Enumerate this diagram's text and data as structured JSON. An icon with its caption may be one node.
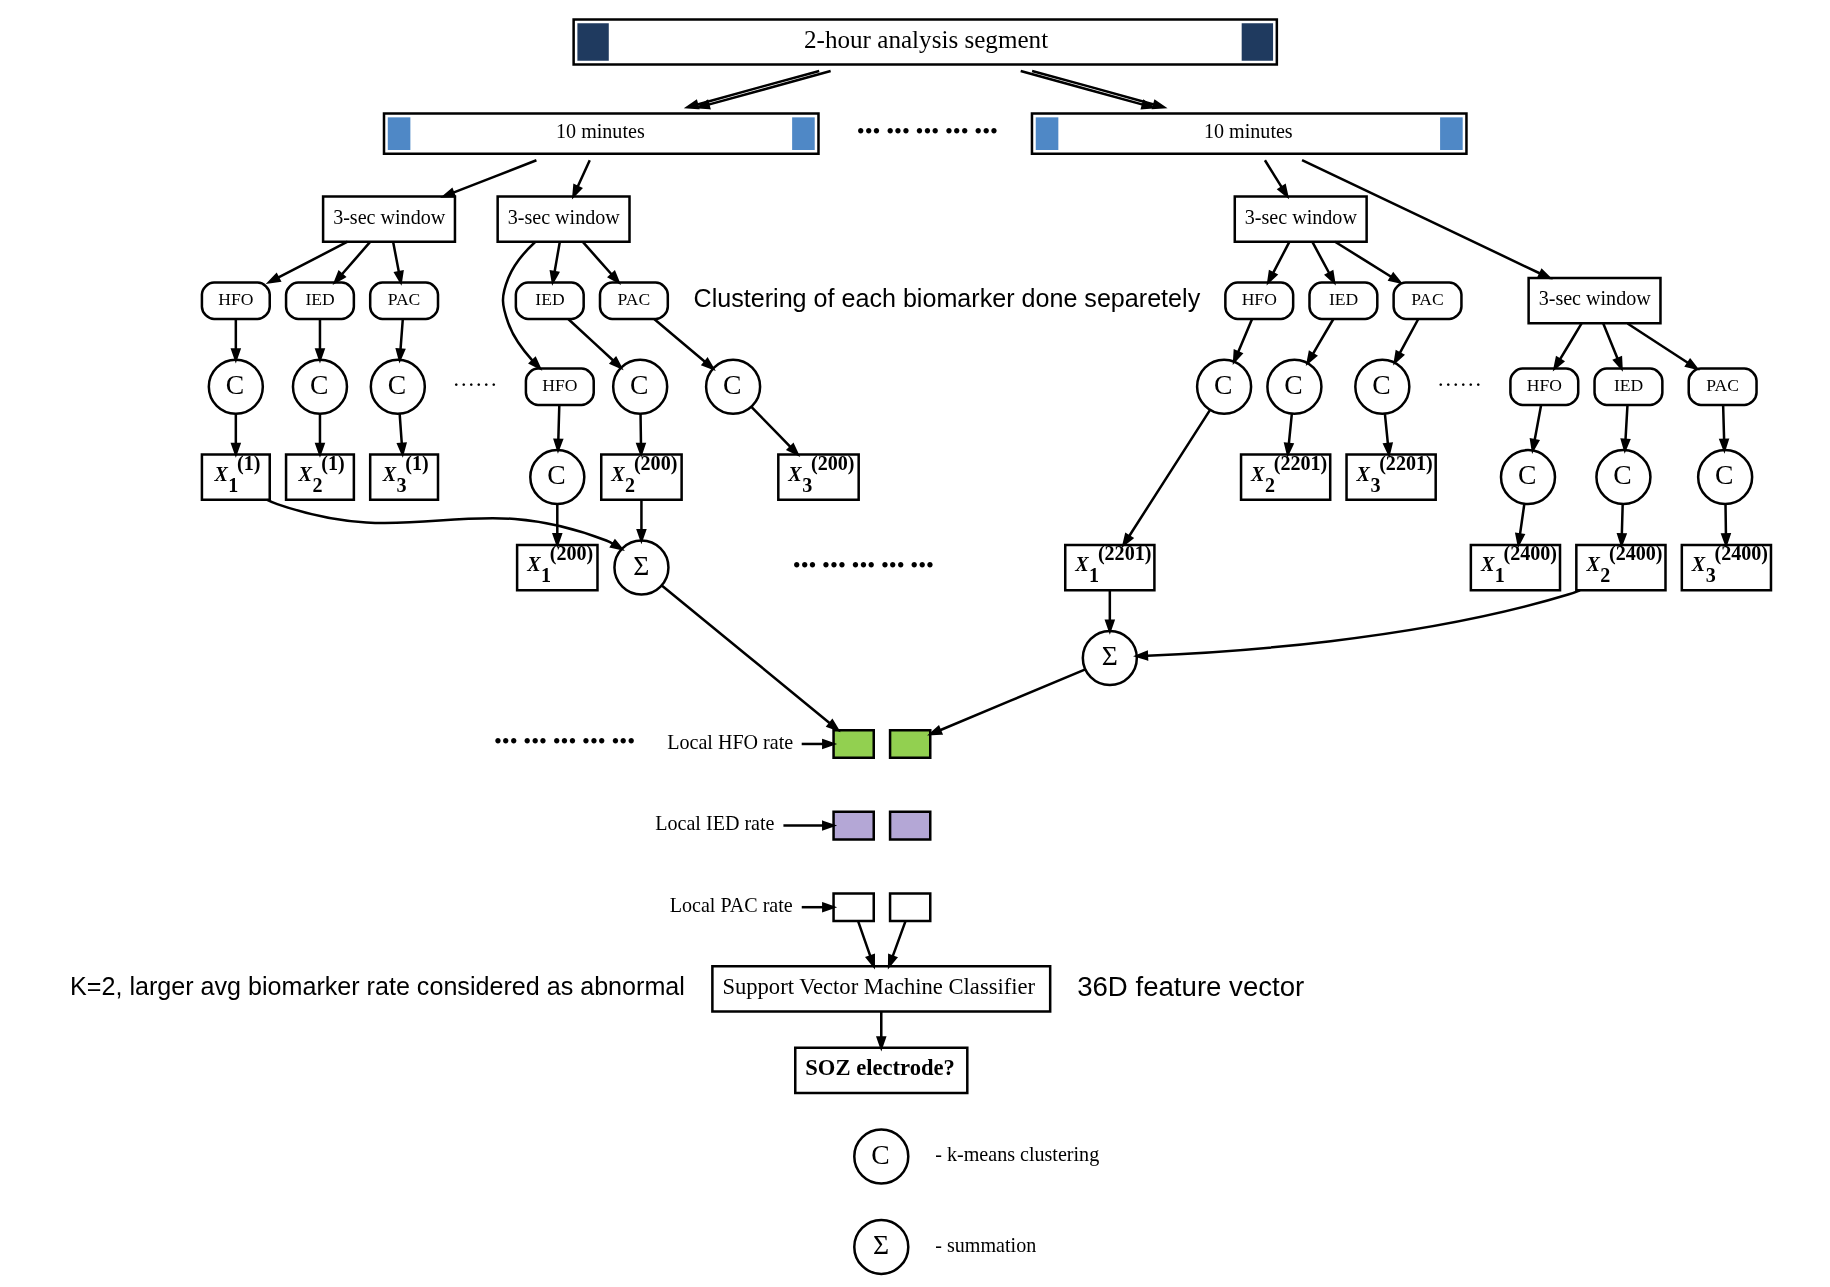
{
  "diagram": {
    "nodes": [
      {
        "text": [
          "2-hour analysis segment"
        ]
      },
      {
        "text": [
          "10 minutes"
        ]
      },
      {
        "text": [
          "10 minutes"
        ]
      },
      {
        "text": [
          "3-sec window"
        ]
      },
      {
        "text": [
          "3-sec window"
        ]
      },
      {
        "text": [
          "3-sec window"
        ]
      },
      {
        "text": [
          "3-sec window"
        ]
      },
      {
        "text": [
          "HFO"
        ]
      },
      {
        "text": [
          "IED"
        ]
      },
      {
        "text": [
          "PAC"
        ]
      },
      {
        "text": [
          "C"
        ]
      },
      {
        "text": [
          "C"
        ]
      },
      {
        "text": [
          "C"
        ]
      },
      {
        "text": [
          "*X*$_{1}$$^{(1)}$"
        ]
      },
      {
        "text": [
          "*X*$_{2}$$^{(1)}$"
        ]
      },
      {
        "text": [
          "*X*$_{3}$$^{(1)}$"
        ]
      },
      {
        "text": [
          "HFO"
        ]
      },
      {
        "text": [
          "IED"
        ]
      },
      {
        "text": [
          "PAC"
        ]
      },
      {
        "text": [
          "C"
        ]
      },
      {
        "text": [
          "C"
        ]
      },
      {
        "text": [
          "C"
        ]
      },
      {
        "text": [
          "*X*$_{1}$$^{(200)}$"
        ]
      },
      {
        "text": [
          "*X*$_{2}$$^{(200)}$"
        ]
      },
      {
        "text": [
          "*X*$_{3}$$^{(200)}$"
        ]
      },
      {
        "text": [
          "HFO"
        ]
      },
      {
        "text": [
          "IED"
        ]
      },
      {
        "text": [
          "PAC"
        ]
      },
      {
        "text": [
          "C"
        ]
      },
      {
        "text": [
          "C"
        ]
      },
      {
        "text": [
          "C"
        ]
      },
      {
        "text": [
          "*X*$_{1}$$^{(2201)}$"
        ]
      },
      {
        "text": [
          "*X*$_{2}$$^{(2201)}$"
        ]
      },
      {
        "text": [
          "*X*$_{3}$$^{(2201)}$"
        ]
      },
      {
        "text": [
          "HFO"
        ]
      },
      {
        "text": [
          "IED"
        ]
      },
      {
        "text": [
          "PAC"
        ]
      },
      {
        "text": [
          "C"
        ]
      },
      {
        "text": [
          "C"
        ]
      },
      {
        "text": [
          "C"
        ]
      },
      {
        "text": [
          "*X*$_{1}$$^{(2400)}$"
        ]
      },
      {
        "text": [
          "*X*$_{2}$$^{(2400)}$"
        ]
      },
      {
        "text": [
          "*X*$_{3}$$^{(2400)}$"
        ]
      },
      {
        "text": [
          "Σ"
        ]
      },
      {
        "text": [
          "Σ"
        ]
      },
      {
        "text": [],
        "shape": "box"
      },
      {
        "text": [],
        "shape": "box"
      },
      {
        "text": [],
        "shape": "box"
      },
      {
        "text": [],
        "shape": "box"
      },
      {
        "text": [],
        "shape": "box"
      },
      {
        "text": [],
        "shape": "box"
      },
      {
        "text": [
          "Local HFO rate"
        ]
      },
      {
        "text": [
          "Local IED rate"
        ]
      },
      {
        "text": [
          "Local PAC rate"
        ]
      },
      {
        "text": [
          "Support Vector Machine Classifier"
        ],
        "beside": [
          "36D feature vector"
        ]
      },
      {
        "text": [
          "SOZ electrode?"
        ]
      },
      {
        "text": [
          "C"
        ],
        "beside": [
          "- k-means clustering"
        ]
      },
      {
        "text": [
          "Σ"
        ],
        "beside": [
          "- summation"
        ]
      }
    ],
    "edges": [
      {
        "from": 0,
        "to": 1,
        "arrow": "to"
      },
      {
        "from": 0,
        "to": 1,
        "arrow": "to"
      },
      {
        "from": 0,
        "to": 2,
        "arrow": "to"
      },
      {
        "from": 0,
        "to": 2,
        "arrow": "to"
      },
      {
        "from": 1,
        "to": 3,
        "arrow": "to"
      },
      {
        "from": 1,
        "to": 4,
        "arrow": "to"
      },
      {
        "from": 2,
        "to": 5,
        "arrow": "to"
      },
      {
        "from": 2,
        "to": 6,
        "arrow": "to"
      },
      {
        "from": 3,
        "to": 7,
        "arrow": "to"
      },
      {
        "from": 3,
        "to": 8,
        "arrow": "to"
      },
      {
        "from": 3,
        "to": 9,
        "arrow": "to"
      },
      {
        "from": 7,
        "to": 10,
        "arrow": "to"
      },
      {
        "from": 8,
        "to": 11,
        "arrow": "to"
      },
      {
        "from": 9,
        "to": 12,
        "arrow": "to"
      },
      {
        "from": 10,
        "to": 13,
        "arrow": "to"
      },
      {
        "from": 11,
        "to": 14,
        "arrow": "to"
      },
      {
        "from": 12,
        "to": 15,
        "arrow": "to"
      },
      {
        "from": 4,
        "to": 16,
        "arrow": "to"
      },
      {
        "from": 4,
        "to": 17,
        "arrow": "to"
      },
      {
        "from": 4,
        "to": 18,
        "arrow": "to"
      },
      {
        "from": 16,
        "to": 19,
        "arrow": "to"
      },
      {
        "from": 17,
        "to": 20,
        "arrow": "to"
      },
      {
        "from": 18,
        "to": 21,
        "arrow": "to"
      },
      {
        "from": 19,
        "to": 22,
        "arrow": "to"
      },
      {
        "from": 20,
        "to": 23,
        "arrow": "to"
      },
      {
        "from": 21,
        "to": 24,
        "arrow": "to"
      },
      {
        "from": 5,
        "to": 25,
        "arrow": "to"
      },
      {
        "from": 5,
        "to": 26,
        "arrow": "to"
      },
      {
        "from": 5,
        "to": 27,
        "arrow": "to"
      },
      {
        "from": 25,
        "to": 28,
        "arrow": "to"
      },
      {
        "from": 26,
        "to": 29,
        "arrow": "to"
      },
      {
        "from": 27,
        "to": 30,
        "arrow": "to"
      },
      {
        "from": 28,
        "to": 31,
        "arrow": "to"
      },
      {
        "from": 29,
        "to": 32,
        "arrow": "to"
      },
      {
        "from": 30,
        "to": 33,
        "arrow": "to"
      },
      {
        "from": 6,
        "to": 34,
        "arrow": "to"
      },
      {
        "from": 6,
        "to": 35,
        "arrow": "to"
      },
      {
        "from": 6,
        "to": 36,
        "arrow": "to"
      },
      {
        "from": 34,
        "to": 37,
        "arrow": "to"
      },
      {
        "from": 35,
        "to": 38,
        "arrow": "to"
      },
      {
        "from": 36,
        "to": 39,
        "arrow": "to"
      },
      {
        "from": 37,
        "to": 40,
        "arrow": "to"
      },
      {
        "from": 38,
        "to": 41,
        "arrow": "to"
      },
      {
        "from": 39,
        "to": 42,
        "arrow": "to"
      },
      {
        "from": 13,
        "to": 43,
        "arrow": "to"
      },
      {
        "from": 23,
        "to": 43,
        "arrow": "to"
      },
      {
        "from": 31,
        "to": 44,
        "arrow": "to"
      },
      {
        "from": 41,
        "to": 44,
        "arrow": "to"
      },
      {
        "from": 43,
        "to": 45,
        "arrow": "to"
      },
      {
        "from": 44,
        "to": 48,
        "arrow": "to"
      },
      {
        "from": 51,
        "to": 45,
        "arrow": "to"
      },
      {
        "from": 52,
        "to": 46,
        "arrow": "to"
      },
      {
        "from": 53,
        "to": 47,
        "arrow": "to"
      },
      {
        "from": 47,
        "to": 54,
        "arrow": "to"
      },
      {
        "from": 50,
        "to": 54,
        "arrow": "to"
      },
      {
        "from": 54,
        "to": 55,
        "arrow": "to"
      }
    ],
    "labels": [
      "••• ••• ••• ••• •••",
      "······",
      "Clustering of each biomarker done separetely",
      "······",
      "••• ••• ••• ••• •••",
      "••• ••• ••• ••• •••",
      "K=2, larger avg biomarker rate considered as abnormal"
    ]
  }
}
